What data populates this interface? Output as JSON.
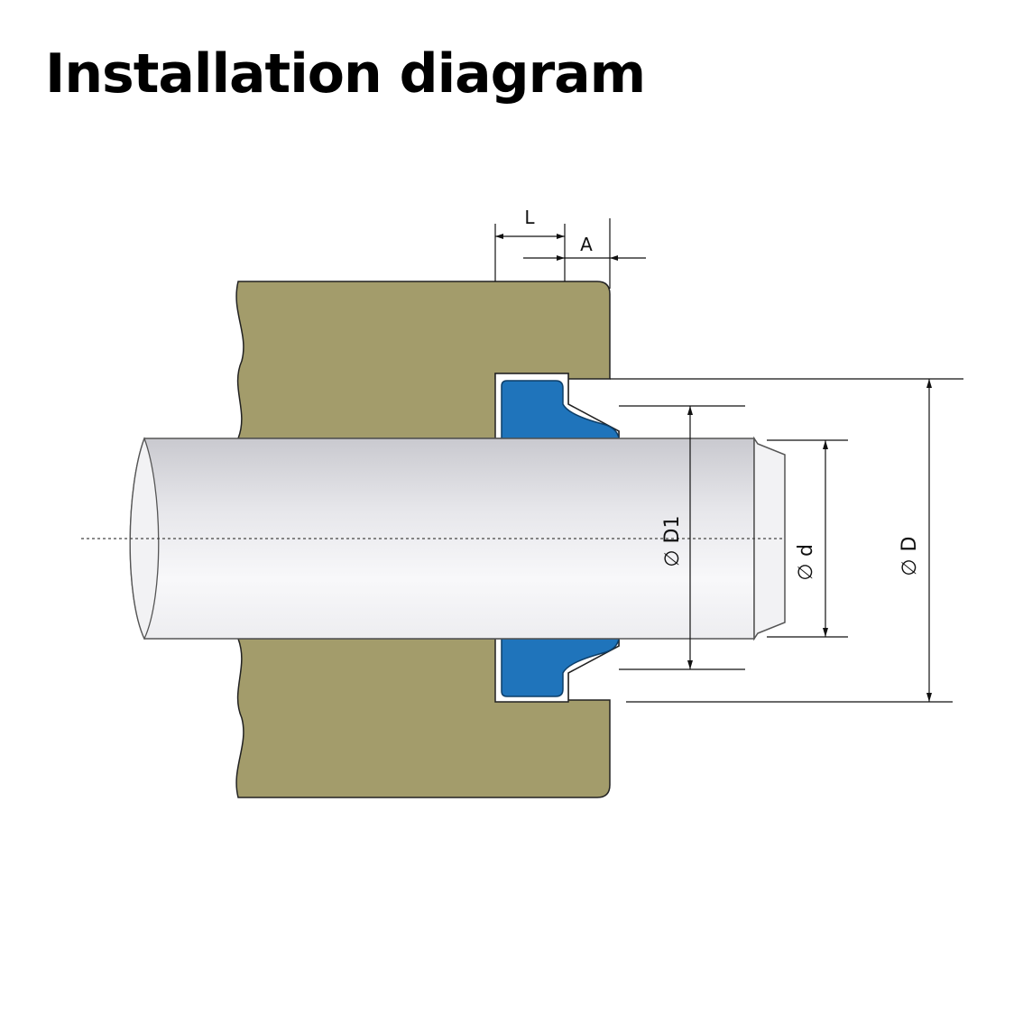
{
  "title": "Installation diagram",
  "labels": {
    "L": "L",
    "A": "A",
    "D1": "D1",
    "d": "d",
    "D": "D",
    "diameter_symbol": "∅"
  },
  "colors": {
    "housing": "#a39c6b",
    "seal": "#1f74bb",
    "rod_light": "#f7f7f9",
    "rod_dark": "#cfcfd4",
    "line": "#111111"
  }
}
